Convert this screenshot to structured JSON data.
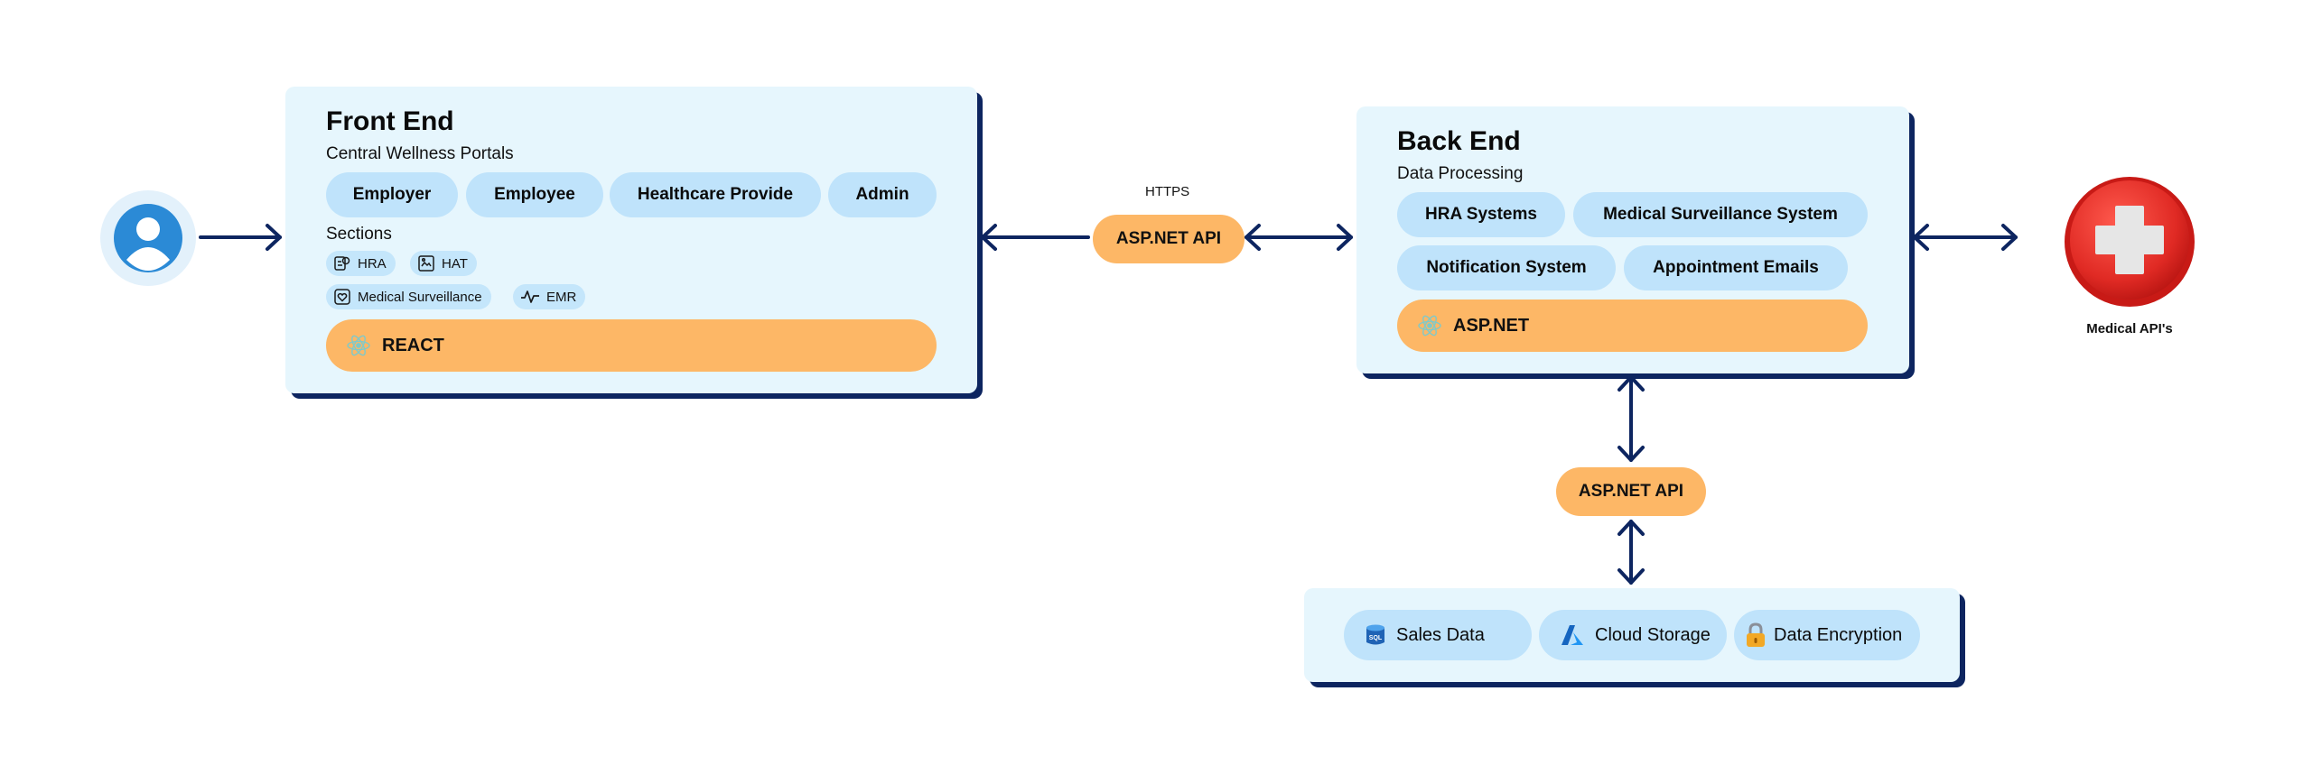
{
  "user": {
    "icon": "user-avatar-icon"
  },
  "frontend": {
    "title": "Front End",
    "subtitle": "Central Wellness Portals",
    "portals": [
      "Employer",
      "Employee",
      "Healthcare Provide",
      "Admin"
    ],
    "sections_label": "Sections",
    "sections": [
      {
        "label": "HRA",
        "icon": "hra-icon"
      },
      {
        "label": "HAT",
        "icon": "hat-icon"
      },
      {
        "label": "Medical Surveillance",
        "icon": "shield-heart-icon"
      },
      {
        "label": "EMR",
        "icon": "pulse-icon"
      }
    ],
    "framework": "REACT",
    "framework_icon": "react-icon"
  },
  "connector_main": {
    "protocol": "HTTPS",
    "api": "ASP.NET API"
  },
  "backend": {
    "title": "Back End",
    "subtitle": "Data Processing",
    "systems": [
      "HRA Systems",
      "Medical Surveillance System",
      "Notification System",
      "Appointment Emails"
    ],
    "framework": "ASP.NET",
    "framework_icon": "dotnet-icon"
  },
  "connector_data": {
    "api": "ASP.NET API"
  },
  "data_layer": {
    "items": [
      {
        "label": "Sales Data",
        "icon": "sql-database-icon"
      },
      {
        "label": "Cloud Storage",
        "icon": "azure-icon"
      },
      {
        "label": "Data Encryption",
        "icon": "lock-icon"
      }
    ]
  },
  "external": {
    "label": "Medical API's",
    "icon": "medical-cross-icon"
  },
  "colors": {
    "panel_bg": "#e6f6fd",
    "pill_bg": "#bfe3fb",
    "accent_orange": "#fdb766",
    "arrow_navy": "#0d2560",
    "medical_red": "#e52a2a"
  }
}
